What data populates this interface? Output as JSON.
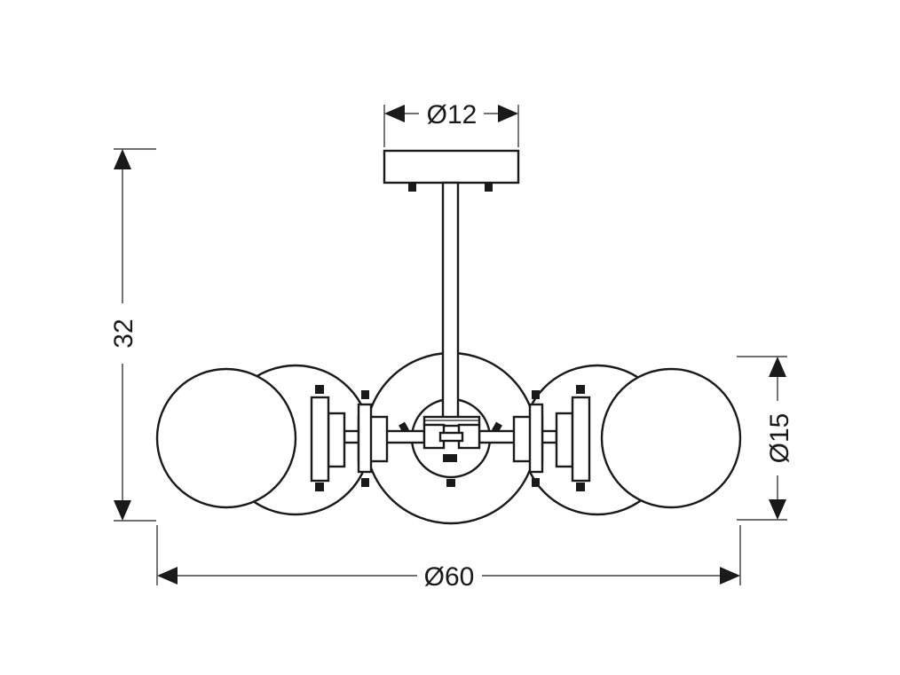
{
  "dimensions": {
    "canopy_diameter": "Ø12",
    "height": "32",
    "globe_diameter": "Ø15",
    "overall_diameter": "Ø60"
  }
}
